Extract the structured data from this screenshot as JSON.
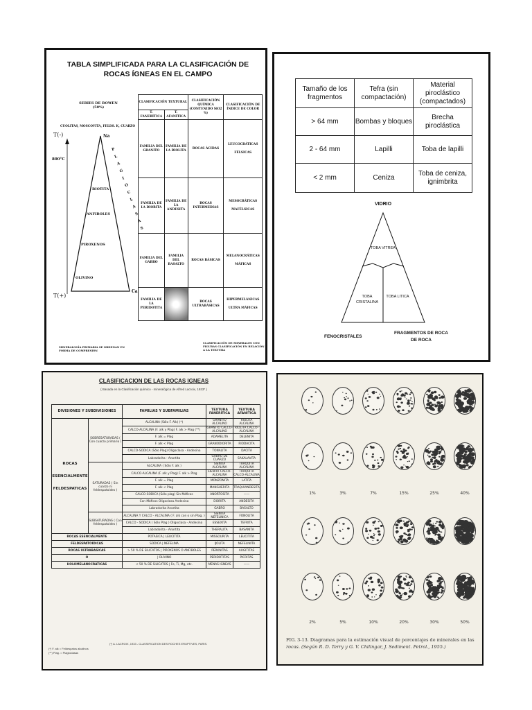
{
  "panel1": {
    "title_line1": "TABLA SIMPLIFICADA PARA LA CLASIFICACIÓN DE",
    "title_line2": "ROCAS ÍGNEAS EN EL CAMPO",
    "bowen_title": "SERIES DE BOWEN (50%)",
    "bowen_top": "CUOLITAS, MOSCOVITA, FELDS. K, CUARZO",
    "t_minus": "T(-)",
    "t_plus": "T(+)",
    "temp": "800°C",
    "na": "Na",
    "ca": "Ca",
    "plagioclasas": "P L A G I O C L A S A S",
    "minerals": [
      "BIOTITA",
      "ANFIBOLES",
      "PIROXENOS",
      "OLIVINO"
    ],
    "headers": {
      "textural": "CLASIFICACIÓN TEXTURAL",
      "quimica": "CLASIFICACIÓN QUÍMICA (CONTENIDO SiO2 %)",
      "indice": "CLASIFICACIÓN DE ÍNDICE DE COLOR",
      "faneritica": "T. FANERÍTICA",
      "afanitica": "T. AFANÍTICA"
    },
    "rows": [
      {
        "fan": "FAMILIA DEL GRANITO",
        "afa": "FAMILIA DE LA RIOLITA",
        "quim": "ROCAS ÁCIDAS",
        "color1": "LEUCOCRÁTICAS",
        "color2": "FÉLSICAS"
      },
      {
        "fan": "FAMILIA DE LA DIORITA",
        "afa": "FAMILIA DE LA ANDESITA",
        "quim": "ROCAS INTERMEDIAS",
        "color1": "MESOCRÁTICAS",
        "color2": "MAFÉLSICAS"
      },
      {
        "fan": "FAMILIA DEL GABRO",
        "afa": "FAMILIA DEL BASALTO",
        "quim": "ROCAS BÁSICAS",
        "color1": "MELANOCRÁTICAS",
        "color2": "MÁFICAS"
      },
      {
        "fan": "FAMILIA DE LA PERIDOTITA",
        "afa": "",
        "quim": "ROCAS ULTRABÁSICAS",
        "color1": "HIPERMELÁNICAS",
        "color2": "ULTRA MÁFICAS"
      }
    ],
    "footer_left": "MINERALOGÍA PRIMARIA SE ORDENAN EN FORMA DE COMPRESIÓN",
    "footer_right": "CLASIFICACIÓN DE MINERALES CON FIGURAS CLASIFICACIÓN EN RELACIÓN A LA TEXTURA"
  },
  "panel2": {
    "headers": [
      "Tamaño de los fragmentos",
      "Tefra (sin compactación)",
      "Material piroclástico (compactados)"
    ],
    "rows": [
      [
        "> 64 mm",
        "Bombas y bloques",
        "Brecha piroclástica"
      ],
      [
        "2 - 64 mm",
        "Lapilli",
        "Toba de lapilli"
      ],
      [
        "< 2 mm",
        "Ceniza",
        "Toba de ceniza, ignimbrita"
      ]
    ],
    "vidrio": "VIDRIO",
    "toba_vitrea": "TOBA VITREA",
    "toba_cristalina": "TOBA CRISTALINA",
    "toba_litica": "TOBA LITICA",
    "fenocristales": "FENOCRISTALES",
    "fragmentos": "FRAGMENTOS DE ROCA DE ROCA"
  },
  "panel3": {
    "title": "CLASIFICACION DE LAS ROCAS IGNEAS",
    "subtitle": "( Basada en la Clasificación químico - mineralógica de Alfred Lacroix, 1933* )",
    "col_headers": [
      "DIVISIONES Y SUBDIVISIONES",
      "FAMILIAS Y SUBFAMILIAS",
      "TEXTURA FANERITICA",
      "TEXTURA AFANITICA"
    ],
    "big_label": "ROCAS ESENCIALMENTE FELDESPATICAS",
    "groups": [
      {
        "name": "SOBRESATURADAS ( Con cuarzo primario )",
        "rows": [
          [
            "ALCALINA (Sólo F. Alk) (*)",
            "GRANITO ALCALINO",
            "RIOLITA ALCALINA"
          ],
          [
            "CALCO-ALCALINA (F. alk y Plag) F. alk > Plag (**)",
            "GRANITO CALCO-ALCALINO",
            "RIOLITA CALCO-ALCALINA"
          ],
          [
            "F. alk = Plag",
            "ADAMELITA",
            "DELENITA"
          ],
          [
            "F. alk < Plag",
            "GRANODIORITA",
            "RIODACITA"
          ],
          [
            "CALCO-SODICA (Sólo Plag) Oligoclasa - Andesina",
            "TONALITA",
            "DACITA"
          ],
          [
            "Labradorita - Anortita",
            "GABRO DE CUARZO",
            "SAKALAVITA"
          ]
        ]
      },
      {
        "name": "SATURADAS ( Sin cuarzo ni feldespatoides )",
        "rows": [
          [
            "ALCALINA ( Sólo F. alk )",
            "SIENITA ALCALINA",
            "TRAQUITA ALCALINA"
          ],
          [
            "CALCO-ALCALINA (F. alk y Plag) F. alk > Plag",
            "SIENITA CALCO-ALCALINA",
            "TRAQUITA CALCO-ALCALINA"
          ],
          [
            "F. alk = Plag",
            "MONZONITA",
            "LATITA"
          ],
          [
            "F. alk < Plag",
            "MANGUERITA",
            "TRAQUIANDESITA"
          ],
          [
            "CALCO-SODICA (Sólo plag) Sin Máficos",
            "ANORTOSITA",
            "——"
          ],
          [
            "Con Máficos Oligoclasa Andesina",
            "DIORITA",
            "ANDESITA"
          ],
          [
            "Labradorita Anortita",
            "GABRO",
            "BASALTO"
          ]
        ]
      },
      {
        "name": "SUBSATURADAS ( Con feldespatoides )",
        "rows": [
          [
            "ALCALINA Y CALCO - ALCALINA ( F. alk con o sin Plag. )",
            "SIENITA NEFELINICA",
            "FONOLITA"
          ],
          [
            "CALCO - SODICA ( Sólo Plag ) Oligoclasa - Andesina",
            "ESSEXITA",
            "TEFRITA"
          ],
          [
            "Labradorita - Anortita",
            "THERALITA",
            "BASANITA"
          ]
        ]
      }
    ],
    "bottom_rows": [
      [
        "ROCAS ESENCIALMENTE",
        "POTASICA",
        "LEUCITITA",
        "MISSOURITA",
        "LEUCITITA"
      ],
      [
        "FELDESPATOIDICAS",
        "SODICA",
        "NEFELINA",
        "IJOLITA",
        "NEFELINITA"
      ],
      [
        "ROCAS ULTRABASICAS",
        "> 50 % DE SILICATOS",
        "PIROXENOS O ANFIBOLES",
        "PERKNITAS",
        "AUGITITAS"
      ],
      [
        "O",
        "",
        "OLIVINO",
        "PERIDOTITAS",
        "PICRITAS"
      ],
      [
        "HOLOMELANOCRATICAS",
        "< 50 % DE SILICATOS",
        "Fe, Ti, Mg, etc.",
        "MENAS IGNEAS",
        "——"
      ]
    ],
    "notes": [
      "(*) F. alk = Feldespatos alcalinos",
      "(**) Plag. = Plagioclasas"
    ],
    "ref": "(*) A. LACROIX, 1933 - CLASSIFICATION DES ROCHES ERUPTIVES, PARIS."
  },
  "panel4": {
    "pcts_top": [
      "1%",
      "3%",
      "7%",
      "15%",
      "25%",
      "40%"
    ],
    "pcts_bottom": [
      "2%",
      "5%",
      "10%",
      "20%",
      "30%",
      "50%"
    ],
    "caption_line1": "FIG. 3-13. Diagramas para la estimación visual de porcentajes de minerales en las",
    "caption_line2": "rocas. (Según R. D. Terry y G. V. Chilingar, J. Sediment. Petrol., 1955.)"
  }
}
